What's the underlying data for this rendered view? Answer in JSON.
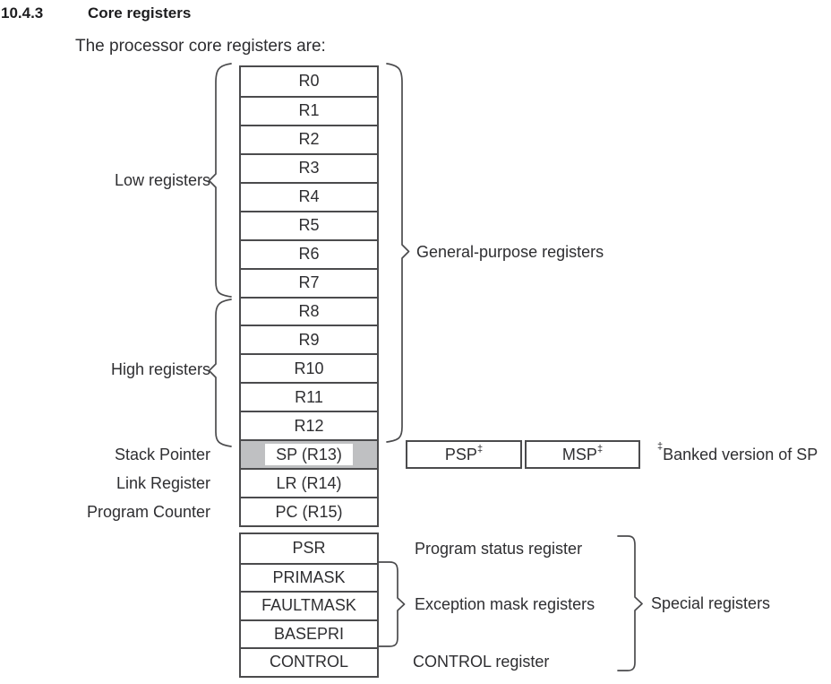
{
  "page": {
    "section_number": "10.4.3",
    "section_title": "Core registers",
    "intro": "The processor core registers are:"
  },
  "registers": {
    "main": [
      "R0",
      "R1",
      "R2",
      "R3",
      "R4",
      "R5",
      "R6",
      "R7",
      "R8",
      "R9",
      "R10",
      "R11",
      "R12",
      "SP (R13)",
      "LR (R14)",
      "PC (R15)"
    ],
    "special": [
      "PSR",
      "PRIMASK",
      "FAULTMASK",
      "BASEPRI",
      "CONTROL"
    ],
    "banked": {
      "psp": "PSP",
      "msp": "MSP",
      "sup": "‡",
      "note": "Banked version of SP"
    }
  },
  "labels": {
    "low": "Low registers",
    "high": "High registers",
    "stack_pointer": "Stack Pointer",
    "link_register": "Link Register",
    "program_counter": "Program Counter",
    "general_purpose": "General-purpose registers",
    "program_status": "Program status register",
    "exception_mask": "Exception mask registers",
    "control": "CONTROL register",
    "special": "Special registers"
  },
  "colors": {
    "text": "#2e2e31",
    "heading_text": "#1d1d1f",
    "box_border": "#4b4b4d",
    "sp_row_fill": "#bfc0c2",
    "background": "#ffffff"
  }
}
